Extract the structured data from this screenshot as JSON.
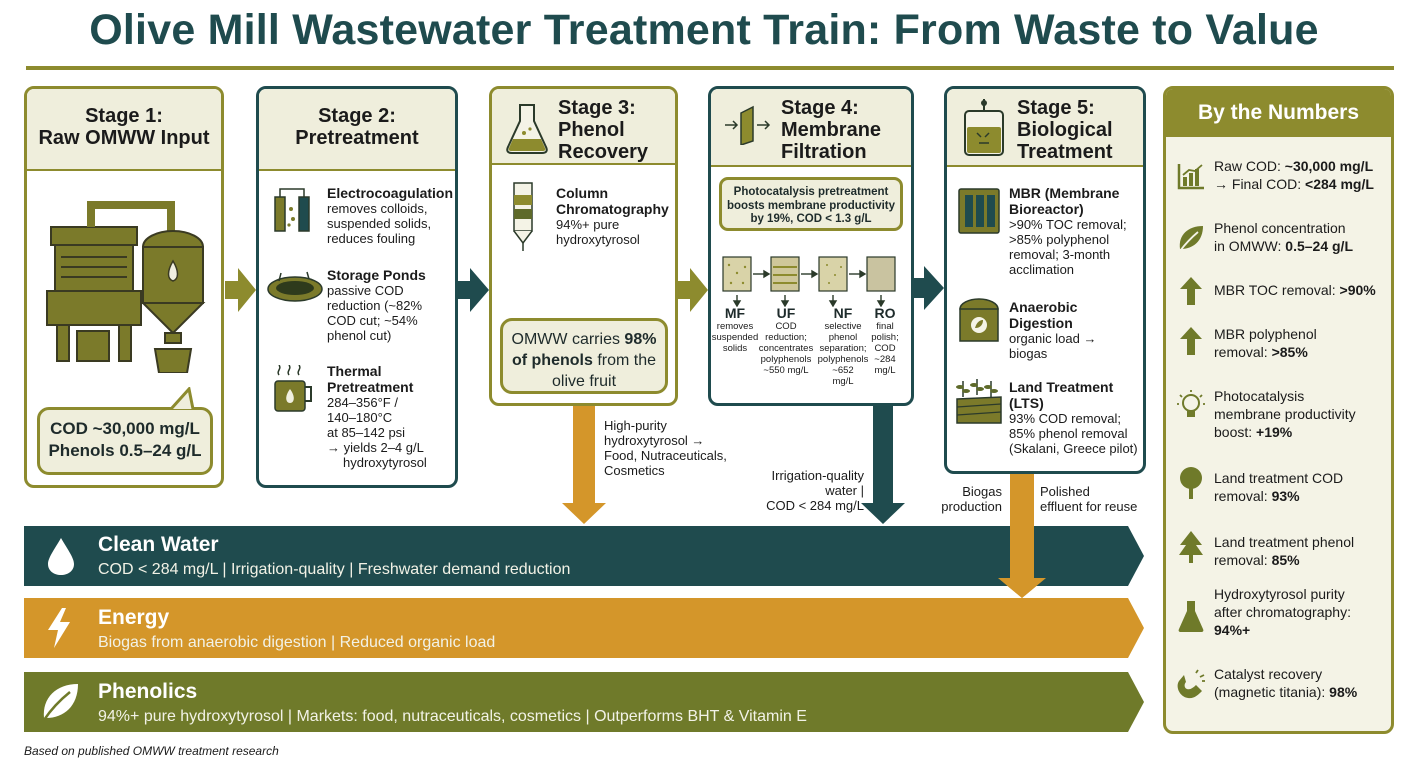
{
  "title": "Olive Mill Wastewater Treatment Train: From Waste to Value",
  "colors": {
    "teal": "#1f4b4e",
    "olive": "#8d8b2e",
    "amber": "#d4962a",
    "cream": "#efeedc"
  },
  "stage1": {
    "title_line1": "Stage 1:",
    "title_line2": "Raw OMWW Input",
    "bubble_line1": "COD ~30,000 mg/L",
    "bubble_line2": "Phenols 0.5–24 g/L"
  },
  "stage2": {
    "title_line1": "Stage 2:",
    "title_line2": "Pretreatment",
    "items": [
      {
        "title": "Electrocoagulation",
        "lines": [
          "removes colloids,",
          "suspended solids,",
          "reduces fouling"
        ]
      },
      {
        "title": "Storage Ponds",
        "lines": [
          "passive COD",
          "reduction (~82%",
          "COD cut; ~54%",
          "phenol cut)"
        ]
      },
      {
        "title_line1": "Thermal",
        "title_line2": "Pretreatment",
        "lines": [
          "284–356°F /",
          "140–180°C",
          "at 85–142 psi",
          "→ yields 2–4 g/L",
          "hydroxytyrosol"
        ]
      }
    ]
  },
  "stage3": {
    "title_line1": "Stage 3:",
    "title_line2": "Phenol",
    "title_line3": "Recovery",
    "column_title1": "Column",
    "column_title2": "Chromatography",
    "column_line1": "94%+ pure",
    "column_line2": "hydroxytyrosol",
    "bubble_pre": "OMWW carries",
    "bubble_bold": "98%",
    "bubble_line2_bold": "of phenols",
    "bubble_line2_rest": "from the",
    "bubble_line3": "olive fruit"
  },
  "stage4": {
    "title_line1": "Stage 4:",
    "title_line2": "Membrane",
    "title_line3": "Filtration",
    "callout": [
      "Photocatalysis pretreatment",
      "boosts membrane productivity",
      "by 19%, COD < 1.3 g/L"
    ],
    "membranes": [
      {
        "label": "MF",
        "lines": [
          "removes",
          "suspended",
          "solids"
        ]
      },
      {
        "label": "UF",
        "lines": [
          "COD",
          "reduction;",
          "concentrates",
          "polyphenols",
          "~550 mg/L"
        ]
      },
      {
        "label": "NF",
        "lines": [
          "selective",
          "phenol",
          "separation;",
          "polyphenols",
          "~652",
          "mg/L"
        ]
      },
      {
        "label": "RO",
        "lines": [
          "final",
          "polish;",
          "COD",
          "~284",
          "mg/L"
        ]
      }
    ]
  },
  "stage5": {
    "title_line1": "Stage 5:",
    "title_line2": "Biological",
    "title_line3": "Treatment",
    "items": [
      {
        "title1": "MBR (Membrane",
        "title2": "Bioreactor)",
        "lines": [
          ">90% TOC removal;",
          ">85% polyphenol",
          "removal; 3-month",
          "acclimation"
        ]
      },
      {
        "title1": "Anaerobic",
        "title2": "Digestion",
        "lines": [
          "organic load →",
          "biogas"
        ]
      },
      {
        "title1": "Land Treatment",
        "title2": "(LTS)",
        "lines": [
          "93% COD removal;",
          "85% phenol removal",
          "(Skalani, Greece pilot)"
        ]
      }
    ]
  },
  "flows": {
    "phenol": [
      "High-purity",
      "hydroxytyrosol →",
      "Food, Nutraceuticals,",
      "Cosmetics"
    ],
    "water": [
      "Irrigation-quality",
      "water |",
      "COD < 284 mg/L"
    ],
    "biogas": [
      "Biogas",
      "production"
    ],
    "effluent": [
      "Polished",
      "effluent for reuse"
    ]
  },
  "bands": [
    {
      "title": "Clean Water",
      "sub": "COD < 284 mg/L | Irrigation-quality | Freshwater demand reduction",
      "color": "#1f4b4e",
      "icon": "droplet-icon"
    },
    {
      "title": "Energy",
      "sub": "Biogas from anaerobic digestion | Reduced organic load",
      "color": "#d4962a",
      "icon": "lightning-icon"
    },
    {
      "title": "Phenolics",
      "sub": "94%+ pure hydroxytyrosol | Markets: food, nutraceuticals, cosmetics | Outperforms BHT & Vitamin E",
      "color": "#6f7a2a",
      "icon": "leaf-icon"
    }
  ],
  "stats": {
    "title": "By the Numbers",
    "items": [
      {
        "icon": "bar-chart-icon",
        "l1": "Raw COD: ",
        "l1b": "~30,000 mg/L",
        "l2": "→ Final COD: ",
        "l2b": "<284 mg/L"
      },
      {
        "icon": "leaf-icon",
        "l1": "Phenol concentration",
        "l1b": "",
        "l2": "in OMWW: ",
        "l2b": "0.5–24 g/L"
      },
      {
        "icon": "arrow-up-icon",
        "l1": "MBR TOC removal: ",
        "l1b": ">90%",
        "l2": "",
        "l2b": ""
      },
      {
        "icon": "arrow-up-icon",
        "l1": "MBR polyphenol",
        "l1b": "",
        "l2": "removal: ",
        "l2b": ">85%"
      },
      {
        "icon": "lightbulb-icon",
        "l1": "Photocatalysis",
        "l1b": "",
        "l2": "membrane productivity",
        "l2b": "",
        "l3": "boost: ",
        "l3b": "+19%"
      },
      {
        "icon": "tree-icon",
        "l1": "Land treatment COD",
        "l1b": "",
        "l2": "removal: ",
        "l2b": "93%"
      },
      {
        "icon": "pine-tree-icon",
        "l1": "Land treatment phenol",
        "l1b": "",
        "l2": "removal: ",
        "l2b": "85%"
      },
      {
        "icon": "flask-icon",
        "l1": "Hydroxytyrosol purity",
        "l1b": "",
        "l2": "after chromatography:",
        "l2b": "",
        "l3": "",
        "l3b": "94%+"
      },
      {
        "icon": "magnet-icon",
        "l1": "Catalyst recovery",
        "l1b": "",
        "l2": "(magnetic titania): ",
        "l2b": "98%"
      }
    ]
  },
  "footnote": "Based on published OMWW treatment research"
}
